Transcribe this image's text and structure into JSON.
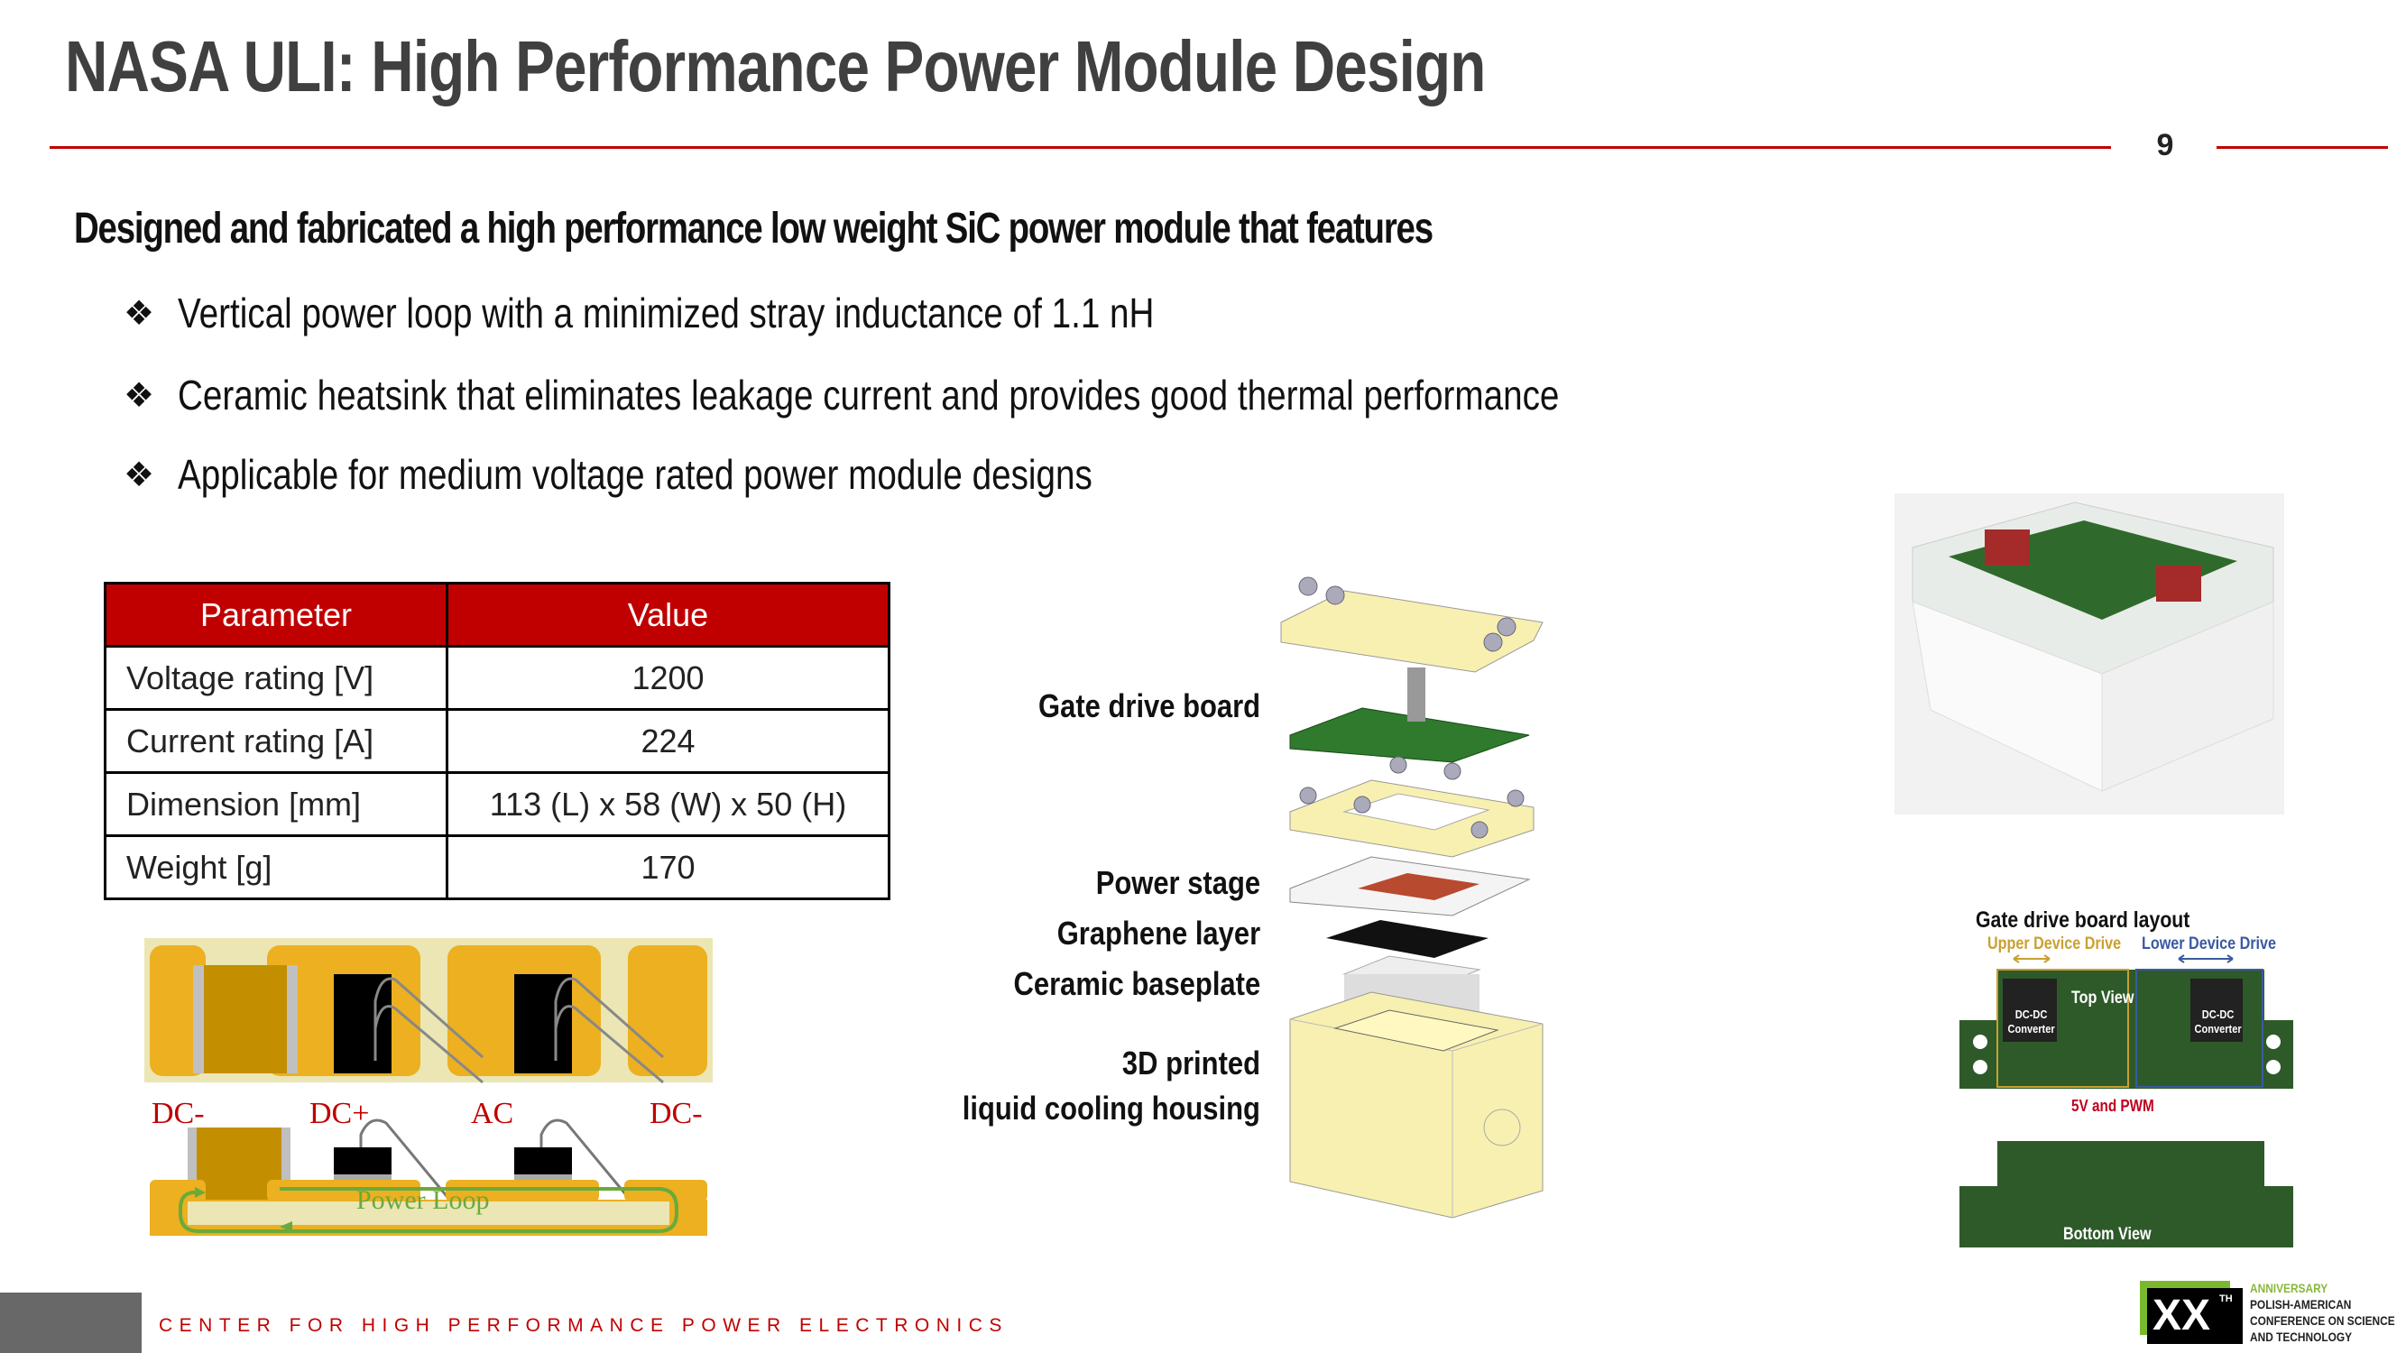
{
  "title": "NASA ULI: High Performance Power Module Design",
  "page_number": "9",
  "subtitle": "Designed and fabricated a high performance low weight SiC power module that features",
  "bullets": [
    "Vertical power loop with a minimized stray inductance of  1.1 nH",
    "Ceramic heatsink that eliminates leakage current and provides good thermal performance",
    "Applicable for medium voltage rated power module designs"
  ],
  "table": {
    "headers": [
      "Parameter",
      "Value"
    ],
    "rows": [
      [
        "Voltage rating [V]",
        "1200"
      ],
      [
        "Current rating [A]",
        "224"
      ],
      [
        "Dimension [mm]",
        "113 (L) x 58 (W) x 50 (H)"
      ],
      [
        "Weight [g]",
        "170"
      ]
    ]
  },
  "power_loop_diagram": {
    "labels": [
      "DC-",
      "DC+",
      "AC",
      "DC-"
    ],
    "loop_label": "Power Loop"
  },
  "exploded_view": {
    "labels": [
      "Gate drive board",
      "Power stage",
      "Graphene layer",
      "Ceramic baseplate",
      "3D printed",
      "liquid cooling housing"
    ]
  },
  "gate_drive_layout": {
    "title": "Gate drive board layout",
    "upper": "Upper Device Drive",
    "lower": "Lower Device Drive",
    "converter": "DC-DC Converter",
    "top_view": "Top View",
    "signal": "5V and PWM",
    "bottom_view": "Bottom View"
  },
  "footer": {
    "org": "CENTER FOR HIGH PERFORMANCE POWER ELECTRONICS"
  },
  "logo": {
    "mark": "XX",
    "sup": "TH",
    "line1": "ANNIVERSARY",
    "line2": "POLISH-AMERICAN",
    "line3": "CONFERENCE ON SCIENCE",
    "line4": "AND TECHNOLOGY"
  },
  "colors": {
    "accent": "#c00000",
    "pcb": "#2e5a2a",
    "housing": "#f6f0a8"
  }
}
